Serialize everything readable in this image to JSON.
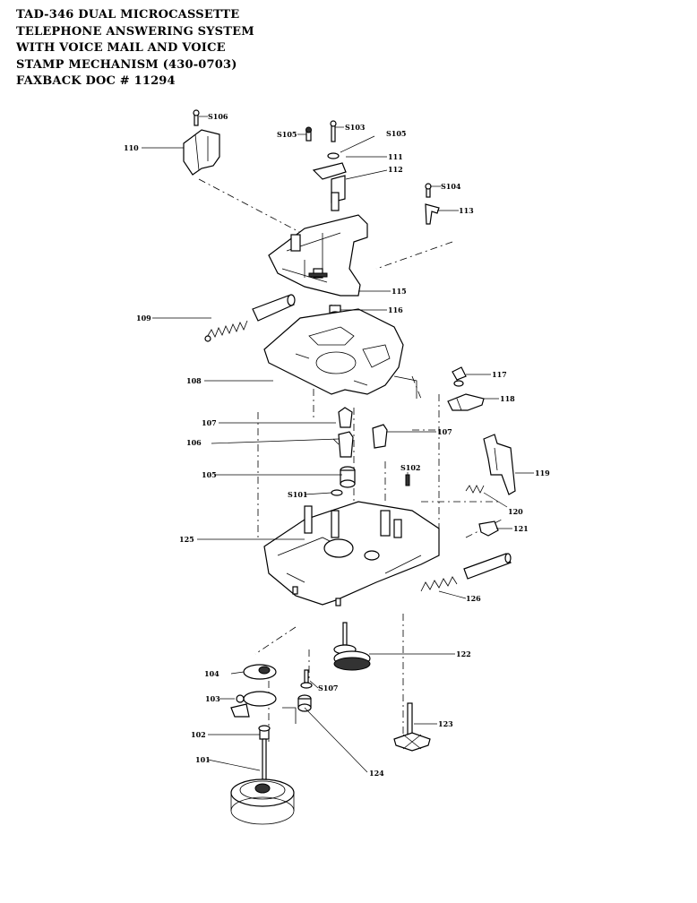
{
  "title_lines": [
    "TAD-346 DUAL MICROCASSETTE",
    "TELEPHONE ANSWERING SYSTEM",
    "WITH VOICE MAIL AND VOICE",
    "STAMP MECHANISM  (430-0703)",
    "FAXBACK DOC # 11294"
  ],
  "labels": {
    "s106": "S106",
    "p110_top": "110",
    "s105_left": "S105",
    "s103": "S103",
    "s105_right": "S105",
    "p111": "111",
    "p112": "112",
    "s104": "S104",
    "p113": "113",
    "p115": "115",
    "p116": "116",
    "p109": "109",
    "p117": "117",
    "p108": "108",
    "p118": "118",
    "p107_left": "107",
    "p107_right": "107",
    "p106": "106",
    "p119": "119",
    "p105": "105",
    "s102": "S102",
    "s101": "S101",
    "p120": "120",
    "p121": "121",
    "p125": "125",
    "p126": "126",
    "p122": "122",
    "p104": "104",
    "s107": "S107",
    "p103": "103",
    "p123": "123",
    "p102": "102",
    "p101": "101",
    "p124": "124"
  }
}
